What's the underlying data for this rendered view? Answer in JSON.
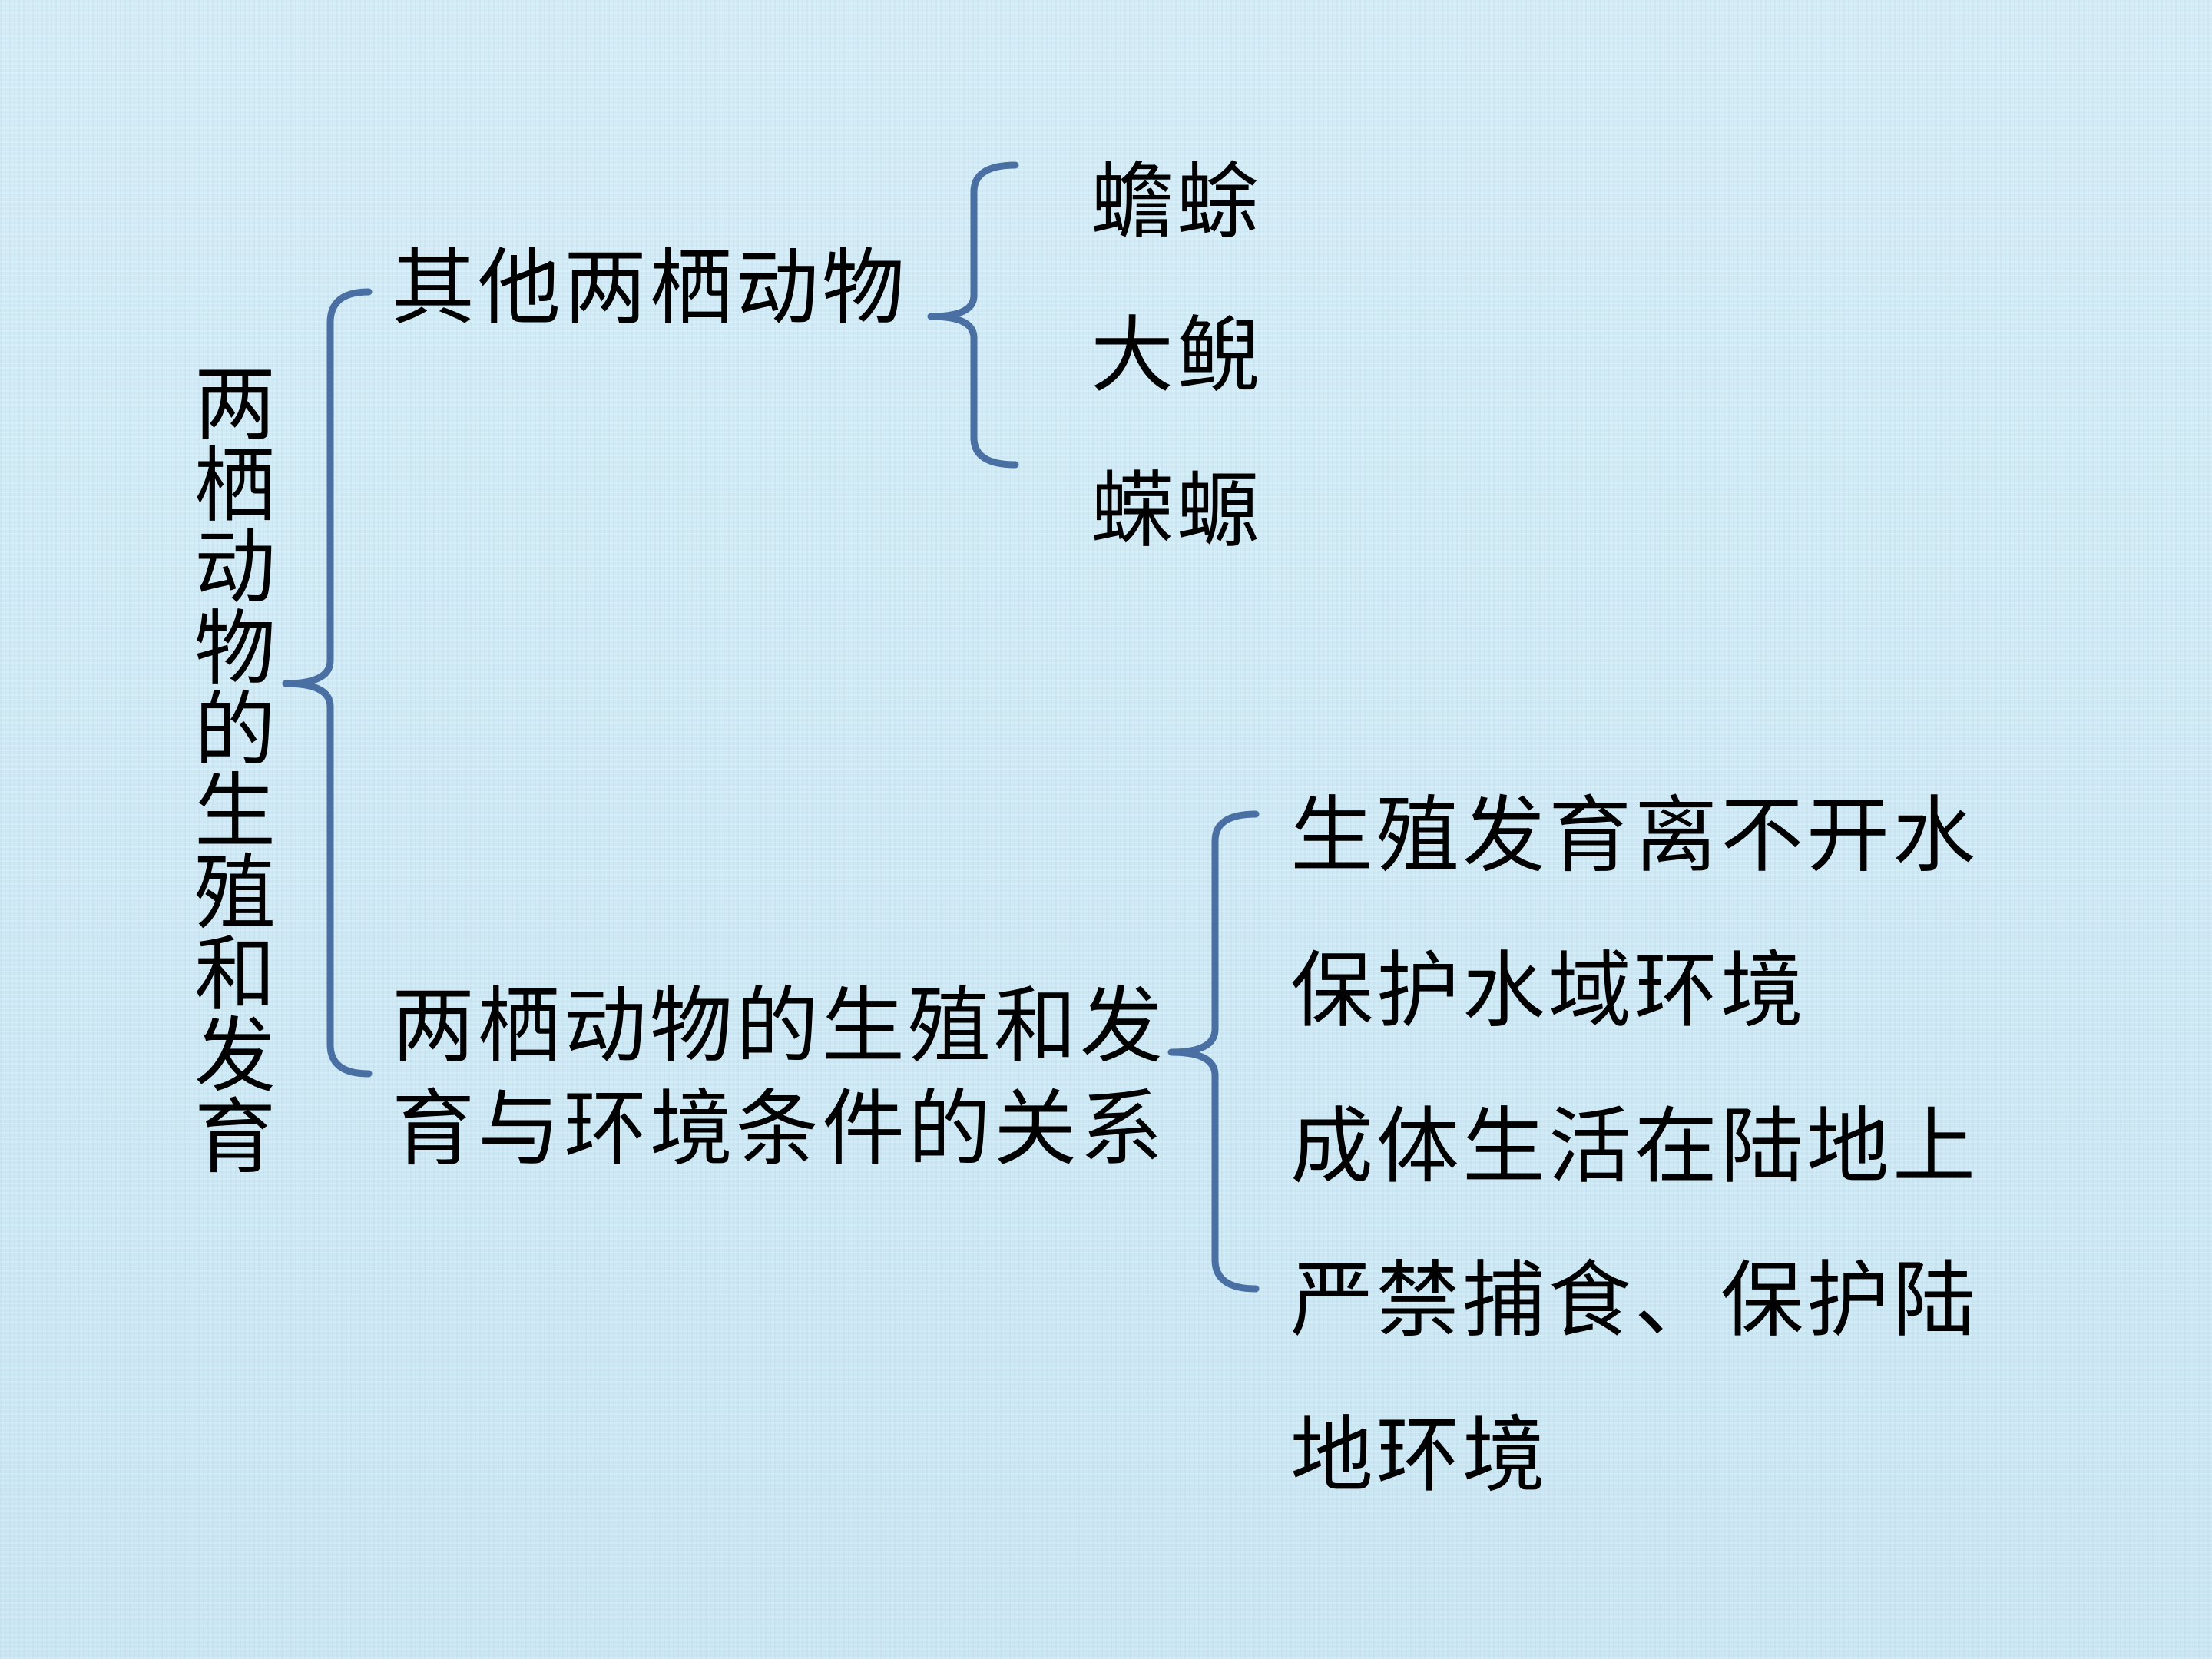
{
  "root": {
    "label": "两栖动物的生殖和发育"
  },
  "branches": [
    {
      "label": "其他两栖动物",
      "children": [
        "蟾蜍",
        "大鲵",
        "蝾螈"
      ]
    },
    {
      "label": "两栖动物的生殖和发育与环境条件的关系",
      "children": [
        "生殖发育离不开水",
        "保护水域环境",
        "成体生活在陆地上",
        "严禁捕食、保护陆",
        "地环境"
      ]
    }
  ],
  "colors": {
    "brace": "#4a6fa3",
    "background": "#cde9f5",
    "text": "#000000"
  }
}
